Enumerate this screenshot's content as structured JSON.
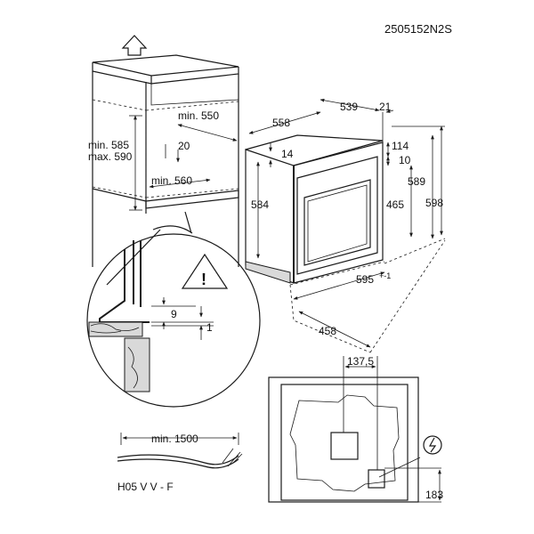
{
  "doc_code": "2505152N2S",
  "niche": {
    "min_550": "min. 550",
    "d20": "20",
    "min_560": "min. 560",
    "min_585": "min. 585",
    "max_590": "max. 590"
  },
  "oven": {
    "d558": "558",
    "d539": "539",
    "d21": "21",
    "d14": "14",
    "d584": "584",
    "d114": "114",
    "d10": "10",
    "d465": "465",
    "d589": "589",
    "d598": "598",
    "d595": "595",
    "d595_tol": "+-1",
    "d458": "458"
  },
  "detail": {
    "d9": "9",
    "d1": "1"
  },
  "cable": {
    "min_1500": "min. 1500",
    "type": "H05 V V - F"
  },
  "back": {
    "d137_5": "137,5",
    "d183": "183"
  }
}
